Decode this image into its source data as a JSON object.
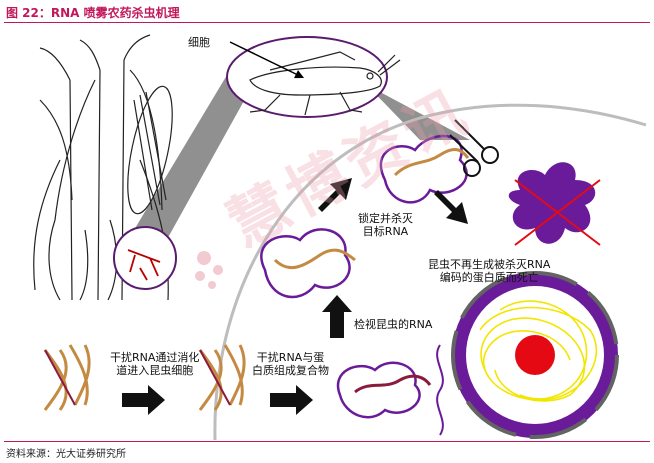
{
  "figure": {
    "title": "图 22：RNA 喷雾农药杀虫机理",
    "source": "资料来源：光大证券研究所"
  },
  "watermark": "慧博资讯",
  "labels": {
    "cell": "细胞",
    "lock_destroy": "锁定并杀灭\n目标RNA",
    "protein_death": "昆虫不再生成被杀灭RNA\n编码的蛋白质而死亡",
    "inspect": "检视昆虫的RNA",
    "enter_cell": "干扰RNA通过消化\n道进入昆虫细胞",
    "complex": "干扰RNA与蛋\n白质组成复合物"
  },
  "icons": [
    "corn-plant-icon",
    "grasshopper-icon",
    "scissors-icon",
    "arrow-icon",
    "rna-helix-icon",
    "protein-blob-icon",
    "nucleus-icon"
  ],
  "colors": {
    "title": "#c2185b",
    "purple": "#6a1b9a",
    "helix": "#c58a42",
    "nucleus": "#e50914",
    "cell_ring": "#636363",
    "watermark": "#e8a0ac"
  }
}
